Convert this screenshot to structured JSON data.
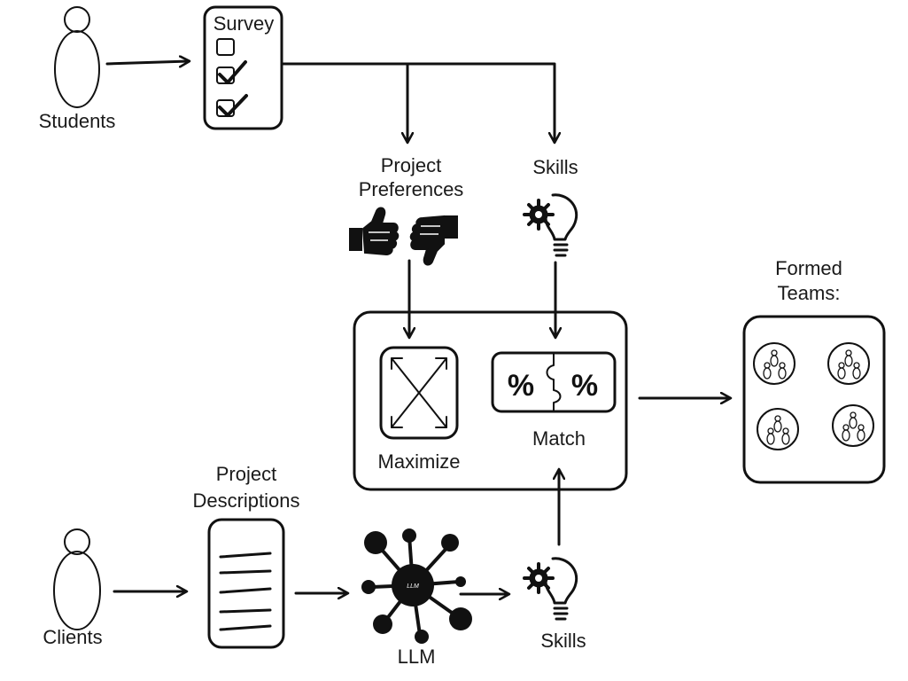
{
  "labels": {
    "students": "Students",
    "survey": "Survey",
    "project_preferences_line1": "Project",
    "project_preferences_line2": "Preferences",
    "skills_top": "Skills",
    "formed_teams_line1": "Formed",
    "formed_teams_line2": "Teams:",
    "maximize": "Maximize",
    "match": "Match",
    "project_descriptions_line1": "Project",
    "project_descriptions_line2": "Descriptions",
    "clients": "Clients",
    "llm": "LLM",
    "llm_node_text": "LLM",
    "skills_bottom": "Skills"
  },
  "colors": {
    "ink": "#111111",
    "background": "#ffffff"
  },
  "icons": [
    "person-icon",
    "checklist-icon",
    "thumbs-up-icon",
    "thumbs-down-icon",
    "lightbulb-gear-icon",
    "expand-arrows-icon",
    "percent-puzzle-icon",
    "team-group-icon",
    "document-icon",
    "neural-network-icon"
  ]
}
